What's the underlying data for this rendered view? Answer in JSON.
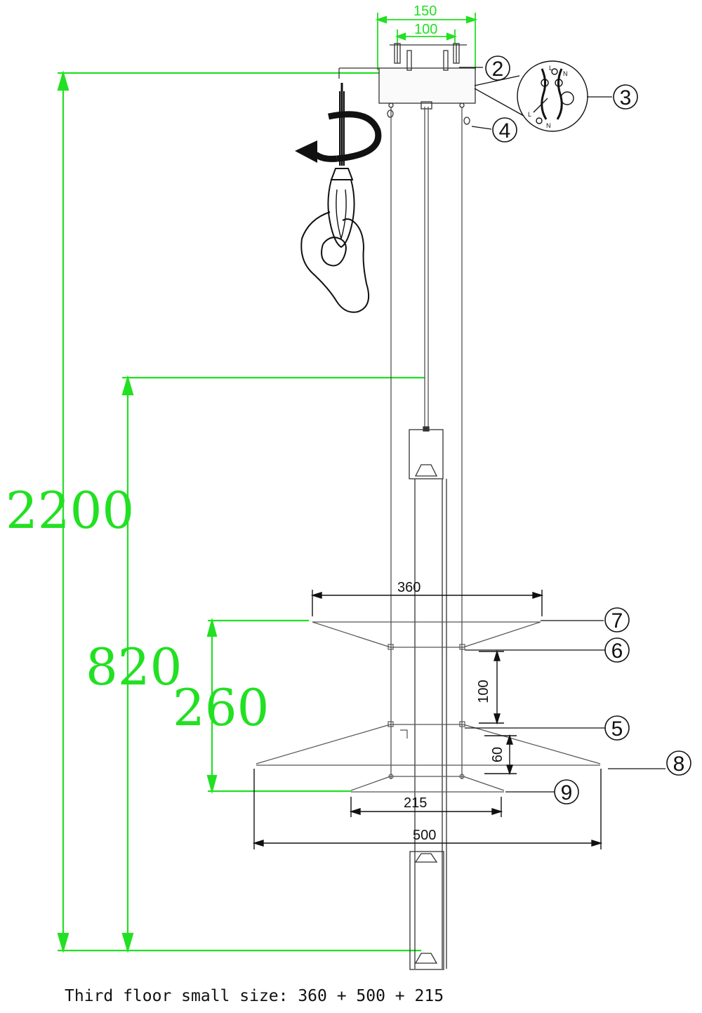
{
  "dimensions": {
    "total_height": "2200",
    "drop_height": "820",
    "tiers_height": "260",
    "canopy_outer": "150",
    "canopy_inner": "100",
    "top_tier_width": "360",
    "tier_gap": "100",
    "lower_gap": "60",
    "bottom_tier_width": "215",
    "middle_tier_width": "500"
  },
  "callouts": [
    "2",
    "3",
    "4",
    "5",
    "6",
    "7",
    "8",
    "9"
  ],
  "wiring_labels": {
    "l": "L",
    "n": "N"
  },
  "caption": "Third floor small size: 360 + 500 + 215",
  "colors": {
    "dimension": "#22e022",
    "line": "#222222",
    "leader": "#111111"
  }
}
